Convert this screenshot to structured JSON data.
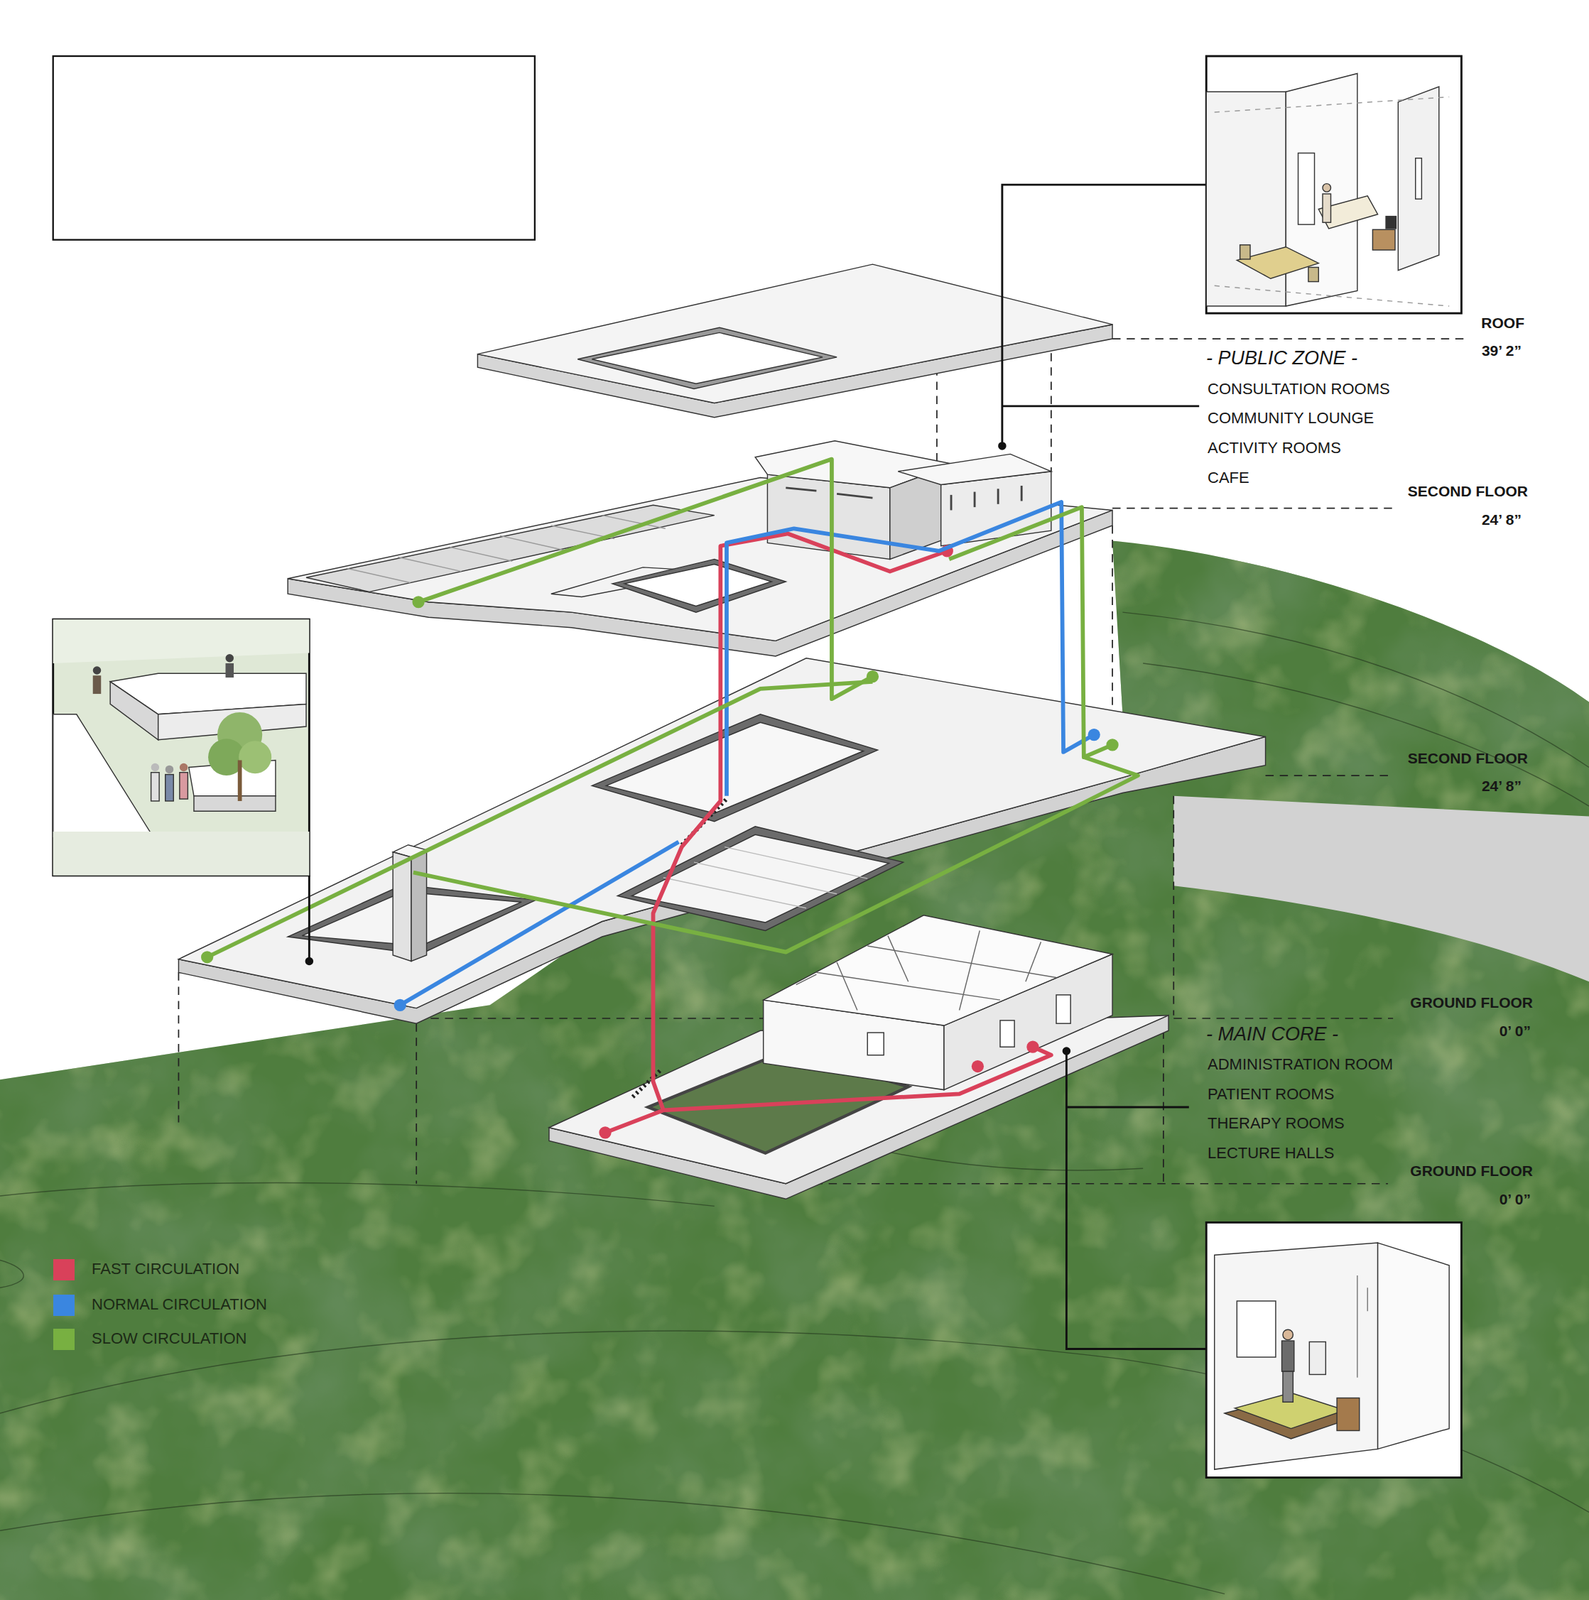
{
  "diagram": {
    "labels": [
      "ROOF",
      "39’ 2”",
      "- PUBLIC ZONE -",
      "CONSULTATION ROOMS",
      "COMMUNITY LOUNGE",
      "ACTIVITY ROOMS",
      "CAFE",
      "SECOND FLOOR",
      "24’ 8”",
      "SECOND FLOOR",
      "24’ 8”",
      "GROUND FLOOR",
      "0’ 0”",
      "- MAIN CORE -",
      "ADMINISTRATION ROOM",
      "PATIENT ROOMS",
      "THERAPY ROOMS",
      "LECTURE HALLS",
      "GROUND FLOOR",
      "0’ 0”"
    ],
    "legend": [
      {
        "text": "FAST CIRCULATION",
        "color": "#d9415a"
      },
      {
        "text": "NORMAL CIRCULATION",
        "color": "#3a86e0"
      },
      {
        "text": "SLOW CIRCULATION",
        "color": "#78b041"
      }
    ]
  }
}
